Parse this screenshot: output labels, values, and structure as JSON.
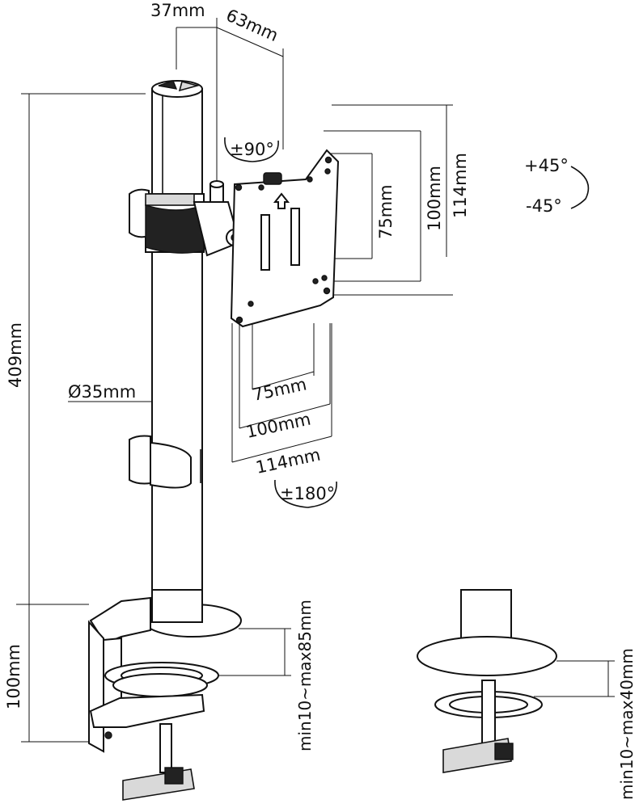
{
  "labels": {
    "offset_37": "37mm",
    "offset_63": "63mm",
    "swivel": "±90°",
    "tilt_plus": "+45°",
    "tilt_minus": "-45°",
    "vesa_75_v": "75mm",
    "vesa_100_v": "100mm",
    "vesa_114_v": "114mm",
    "vesa_75_h": "75mm",
    "vesa_100_h": "100mm",
    "vesa_114_h": "114mm",
    "rotation": "±180°",
    "pole_height": "409mm",
    "pole_diameter": "Ø35mm",
    "clamp_height": "100mm",
    "clamp_range": "min10~max85mm",
    "grommet_range": "min10~max40mm"
  }
}
